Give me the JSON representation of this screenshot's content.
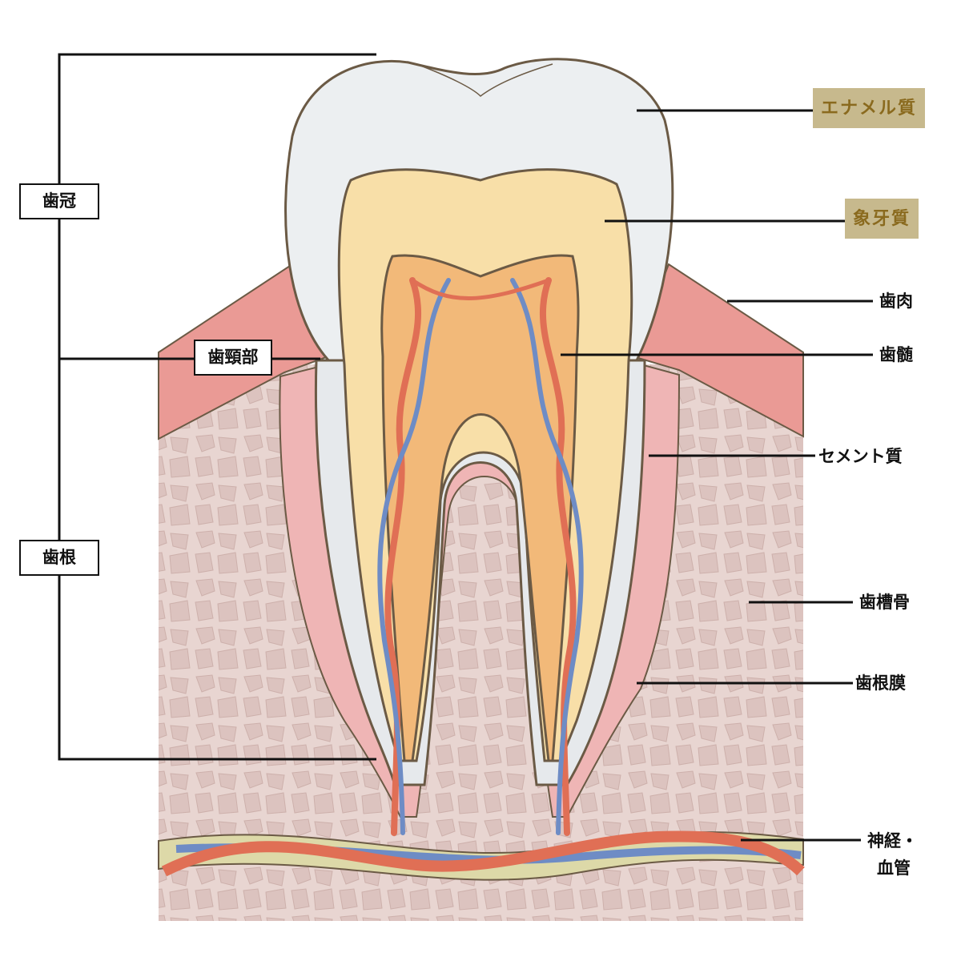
{
  "left_labels": {
    "crown": "歯冠",
    "neck": "歯頸部",
    "root": "歯根"
  },
  "right_labels": {
    "enamel": "エナメル質",
    "dentin": "象牙質",
    "gum": "歯肉",
    "pulp": "歯髄",
    "cementum": "セメント質",
    "alveolar_bone": "歯槽骨",
    "periodontal_ligament": "歯根膜",
    "nerve_line1": "神経・",
    "nerve_line2": "血管"
  },
  "colors": {
    "highlight_bg": "#c7b98d",
    "highlight_text": "#8a6a1e",
    "enamel": "#eceff1",
    "dentin": "#f8dfa8",
    "pulp": "#f2b979",
    "gum": "#ea9a95",
    "bone": "#e6d1cd",
    "artery": "#e06f55",
    "vein": "#6e8cc5",
    "outline": "#6b5a45"
  }
}
